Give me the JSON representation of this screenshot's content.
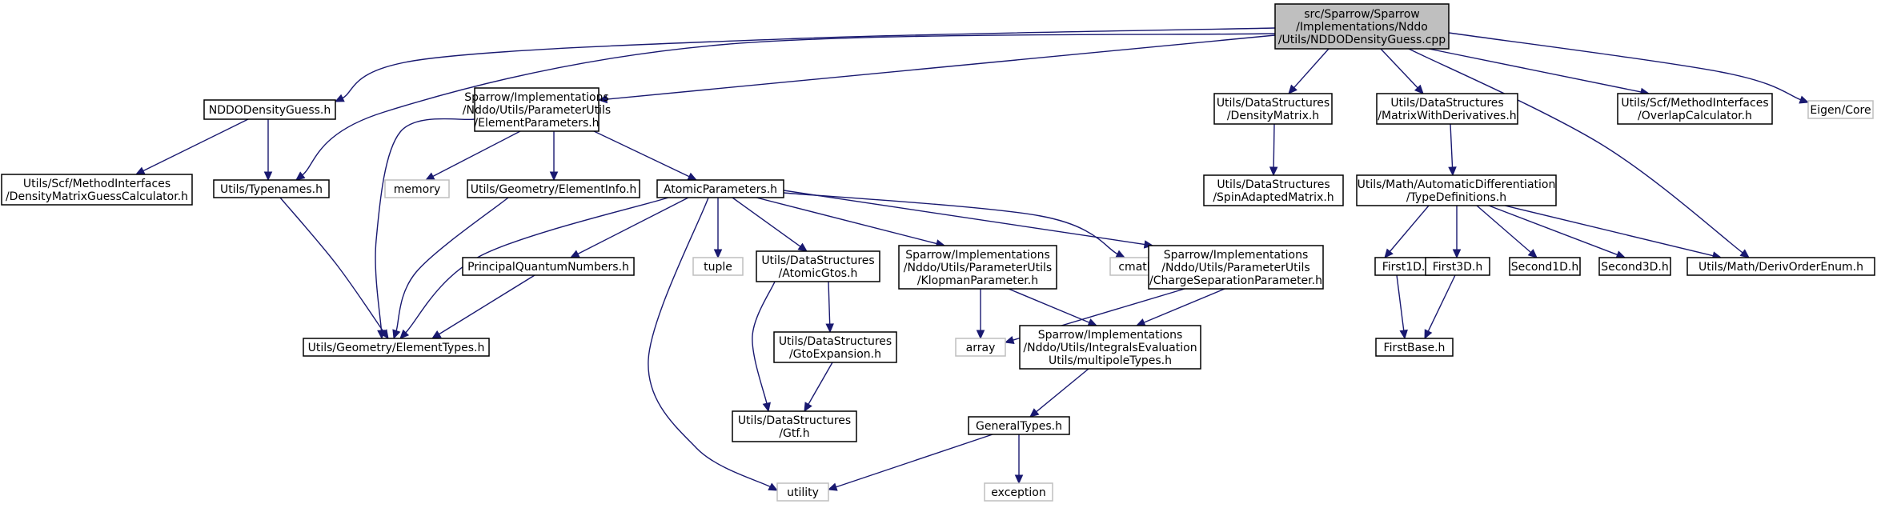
{
  "nodes": {
    "root": [
      "src/Sparrow/Sparrow",
      "/Implementations/Nddo",
      "/Utils/NDDODensityGuess.cpp"
    ],
    "nddo_guess_h": [
      "NDDODensityGuess.h"
    ],
    "element_params": [
      "Sparrow/Implementations",
      "/Nddo/Utils/ParameterUtils",
      "/ElementParameters.h"
    ],
    "density_matrix": [
      "Utils/DataStructures",
      "/DensityMatrix.h"
    ],
    "matrix_derivs": [
      "Utils/DataStructures",
      "/MatrixWithDerivatives.h"
    ],
    "overlap_calc": [
      "Utils/Scf/MethodInterfaces",
      "/OverlapCalculator.h"
    ],
    "eigen_core": [
      "Eigen/Core"
    ],
    "density_guess_calc": [
      "Utils/Scf/MethodInterfaces",
      "/DensityMatrixGuessCalculator.h"
    ],
    "typenames": [
      "Utils/Typenames.h"
    ],
    "memory": [
      "memory"
    ],
    "element_info": [
      "Utils/Geometry/ElementInfo.h"
    ],
    "atomic_params": [
      "AtomicParameters.h"
    ],
    "spin_adapted": [
      "Utils/DataStructures",
      "/SpinAdaptedMatrix.h"
    ],
    "type_defs": [
      "Utils/Math/AutomaticDifferentiation",
      "/TypeDefinitions.h"
    ],
    "principal_qn": [
      "PrincipalQuantumNumbers.h"
    ],
    "tuple": [
      "tuple"
    ],
    "atomic_gtos": [
      "Utils/DataStructures",
      "/AtomicGtos.h"
    ],
    "klopman": [
      "Sparrow/Implementations",
      "/Nddo/Utils/ParameterUtils",
      "/KlopmanParameter.h"
    ],
    "cmath": [
      "cmath"
    ],
    "charge_sep": [
      "Sparrow/Implementations",
      "/Nddo/Utils/ParameterUtils",
      "/ChargeSeparationParameter.h"
    ],
    "first1d": [
      "First1D.h"
    ],
    "first3d": [
      "First3D.h"
    ],
    "second1d": [
      "Second1D.h"
    ],
    "second3d": [
      "Second3D.h"
    ],
    "deriv_order": [
      "Utils/Math/DerivOrderEnum.h"
    ],
    "element_types": [
      "Utils/Geometry/ElementTypes.h"
    ],
    "gto_expansion": [
      "Utils/DataStructures",
      "/GtoExpansion.h"
    ],
    "array": [
      "array"
    ],
    "multipole": [
      "Sparrow/Implementations",
      "/Nddo/Utils/IntegralsEvaluation",
      "Utils/multipoleTypes.h"
    ],
    "first_base": [
      "FirstBase.h"
    ],
    "gtf": [
      "Utils/DataStructures",
      "/Gtf.h"
    ],
    "general_types": [
      "GeneralTypes.h"
    ],
    "utility": [
      "utility"
    ],
    "exception": [
      "exception"
    ]
  },
  "colors": {
    "edge": "#191970",
    "node_border": "#000000",
    "external_border": "#bfbfbf",
    "root_fill": "#bfbfbf"
  }
}
